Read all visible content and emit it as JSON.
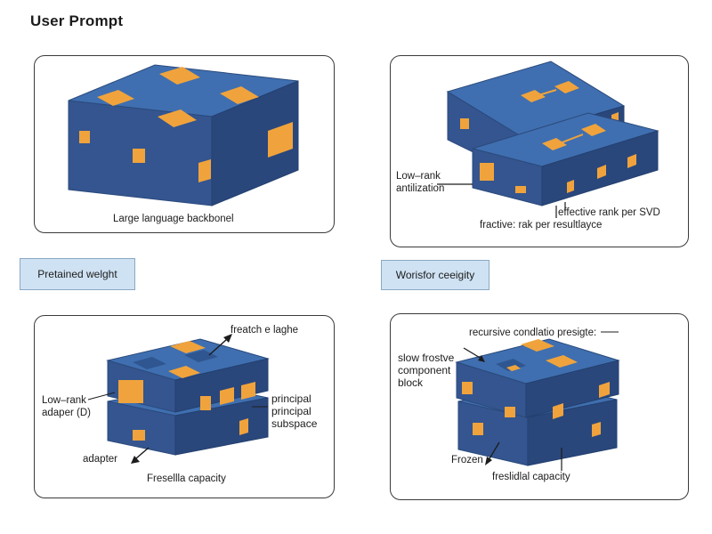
{
  "header": {
    "title": "User Prompt"
  },
  "tags": {
    "left": "Pretained welght",
    "right": "Worisfor ceeigity"
  },
  "panel_tl": {
    "caption": "Large language backbonel"
  },
  "panel_tr": {
    "label_lowrank": "Low–rank\nantilization",
    "label_effective": "effective rank per SVD",
    "label_fractive": "fractive: rak per resultlayce"
  },
  "panel_bl": {
    "label_top": "freatch e laghe",
    "label_adapter_d": "Low–rank\nadaper (D)",
    "label_principal": "principal\nprincipal\nsubspace",
    "label_adapter": "adapter",
    "caption": "Fresellla capacity"
  },
  "panel_br": {
    "label_recursive": "recursive condlatio presigte:",
    "label_slow": "slow frostve\ncomponent\nblock",
    "label_frozen": "Frozen",
    "caption": "freslidlal capacity"
  },
  "colors": {
    "block_top": "#3f6fb0",
    "block_left": "#34558f",
    "block_right": "#2a477c",
    "patch": "#f0a33c",
    "tag_bg": "#cfe2f3"
  }
}
